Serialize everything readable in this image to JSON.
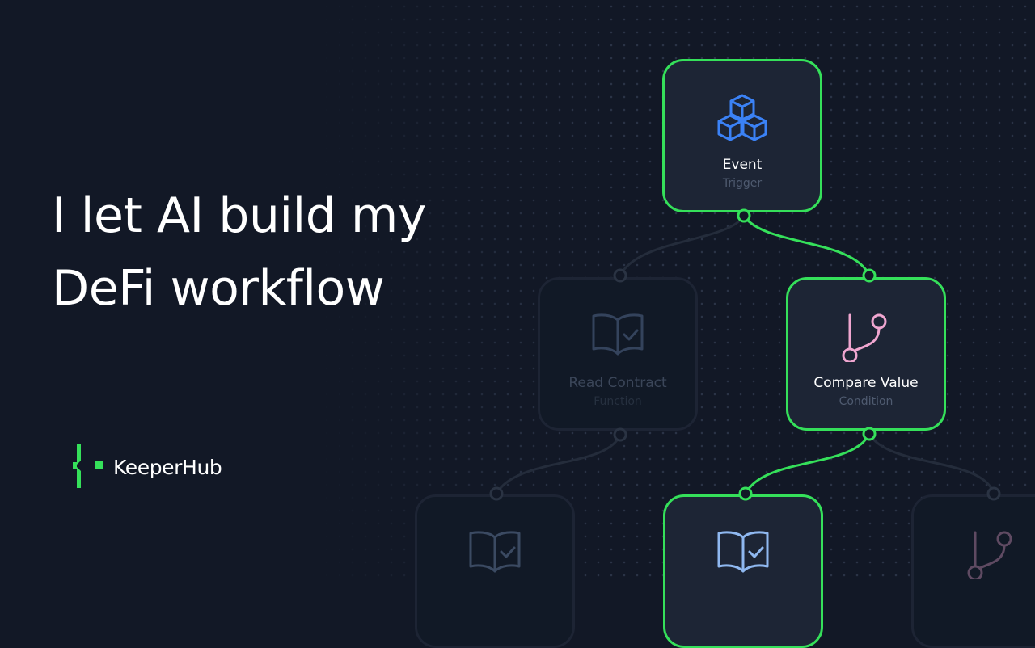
{
  "headline": {
    "line1": "I let AI build my",
    "line2": "DeFi workflow"
  },
  "brand": {
    "name": "KeeperHub",
    "logo_icon": "keeperhub-logo-icon",
    "accent_color": "#35E05A"
  },
  "nodes": {
    "event": {
      "title": "Event",
      "subtitle": "Trigger",
      "icon": "cubes-icon",
      "state": "active"
    },
    "read_contract": {
      "title": "Read Contract",
      "subtitle": "Function",
      "icon": "book-check-icon",
      "state": "dim"
    },
    "compare_value": {
      "title": "Compare Value",
      "subtitle": "Condition",
      "icon": "branch-icon",
      "state": "active"
    },
    "bottom_left": {
      "icon": "book-check-icon",
      "state": "dim"
    },
    "bottom_center": {
      "icon": "book-check-icon",
      "state": "active"
    },
    "bottom_right": {
      "icon": "branch-icon",
      "state": "dim"
    }
  },
  "colors": {
    "background": "#121826",
    "active_border": "#35E05A",
    "event_icon": "#3B82F6",
    "condition_icon": "#F0A6D0",
    "action_icon": "#8FB8F0"
  }
}
